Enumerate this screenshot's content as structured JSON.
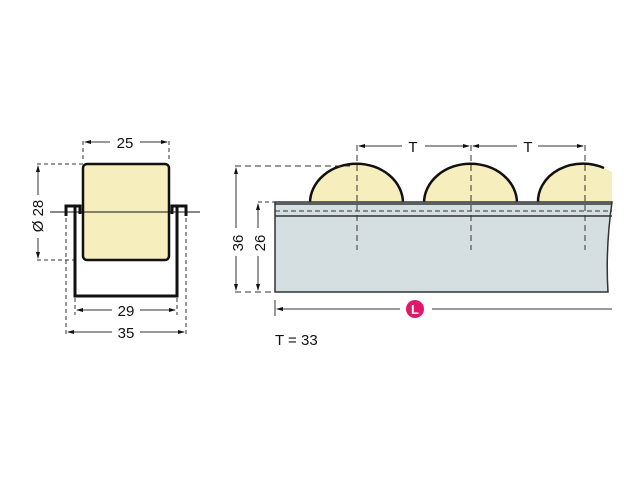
{
  "drawing": {
    "title": "Roller track dimensional drawing",
    "side_view": {
      "roller_width": "25",
      "roller_diameter": "Ø 28",
      "inner_width": "29",
      "outer_width": "35"
    },
    "front_view": {
      "total_height": "36",
      "rail_height": "26",
      "pitch_label_1": "T",
      "pitch_label_2": "T",
      "length_marker": "L",
      "pitch_value": "T = 33"
    },
    "colors": {
      "roller_fill": "#f6eebc",
      "rail_fill": "#d5dfe1",
      "marker": "#e0176b",
      "line": "#111111"
    }
  }
}
